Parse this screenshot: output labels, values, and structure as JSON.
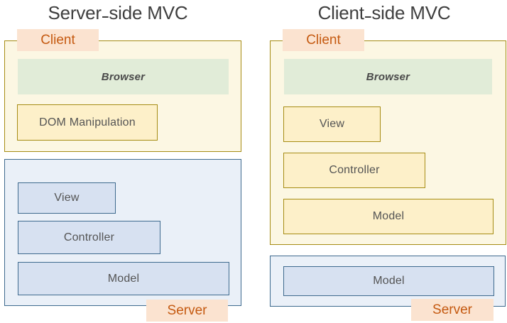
{
  "diagram": {
    "description": "Comparison of Server-side MVC and Client-side MVC architectures",
    "left_panel": {
      "title": {
        "pre": "Server",
        "dash": "-",
        "post": "side MVC",
        "text": "Server-side MVC"
      },
      "client_zone": {
        "badge": "Client",
        "browser_label": "Browser",
        "dom_label": "DOM Manipulation"
      },
      "server_zone": {
        "badge": "Server",
        "view_label": "View",
        "controller_label": "Controller",
        "model_label": "Model"
      }
    },
    "right_panel": {
      "title": {
        "pre": "Client",
        "dash": "-",
        "post": "side MVC",
        "text": "Client-side MVC"
      },
      "client_zone": {
        "badge": "Client",
        "browser_label": "Browser",
        "view_label": "View",
        "controller_label": "Controller",
        "model_label": "Model"
      },
      "server_zone": {
        "badge": "Server",
        "model_label": "Model"
      }
    },
    "colors": {
      "title_text": "#3f3f3f",
      "badge_background": "#fbe3d0",
      "badge_text": "#c55a11",
      "client_zone_fill": "#fcf7e3",
      "client_zone_border": "#a68c14",
      "component_yellow_fill": "#fdf0c9",
      "component_green_fill": "#e1ecd8",
      "server_zone_fill": "#eaf0f8",
      "server_zone_border": "#3e6a8e",
      "component_blue_fill": "#d7e1f1",
      "component_text": "#545454"
    }
  }
}
